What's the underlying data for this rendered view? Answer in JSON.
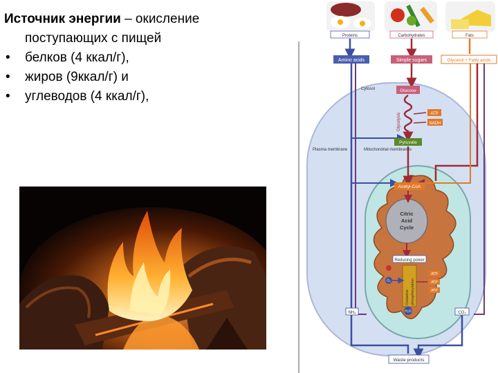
{
  "text": {
    "title_bold": "Источник энергии",
    "title_rest": " – окисление",
    "title_line2": "поступающих с пищей",
    "bullet_char": "•",
    "bullets": [
      "белков (4 ккал/г),",
      "жиров (9ккал/г) и",
      "углеводов (4 ккал/г),"
    ]
  },
  "diagram": {
    "food": [
      "Proteins",
      "Carbohydrates",
      "Fats"
    ],
    "nutrients": [
      "Amino acids",
      "Simple sugars",
      "Glycerol + Fatty acids"
    ],
    "cytosol": "Cytosol",
    "glucose": "Glucose",
    "glycolysis": "Glycolysis",
    "atp": "ATP",
    "nadh": "NADH",
    "pyruvate": "Pyruvate",
    "plasma_membrane": "Plasma membrane",
    "mito_membranes": "Mitochondrial membranes",
    "acetyl_coa": "Acetyl-CoA",
    "citric_cycle": [
      "Citric",
      "Acid",
      "Cycle"
    ],
    "reducing_power": "Reducing power",
    "oxidative_phos": [
      "Oxidative",
      "phosphorylation"
    ],
    "o2": "O₂",
    "h2o": "H₂O",
    "nh3": "NH₃",
    "co2": "CO₂",
    "waste": "Waste products"
  },
  "colors": {
    "arrow_blue": "#3b4fa0",
    "arrow_red": "#9e2a36",
    "arrow_purple": "#6a3a7a",
    "cell_fill": "#d4dff2",
    "mito_fill": "#bfe6e4",
    "matrix_fill": "#c8743e",
    "label_blue": "#4a5db0",
    "label_pink": "#c8607a",
    "label_orange": "#e07a2a",
    "label_green": "#5a8a2a"
  }
}
